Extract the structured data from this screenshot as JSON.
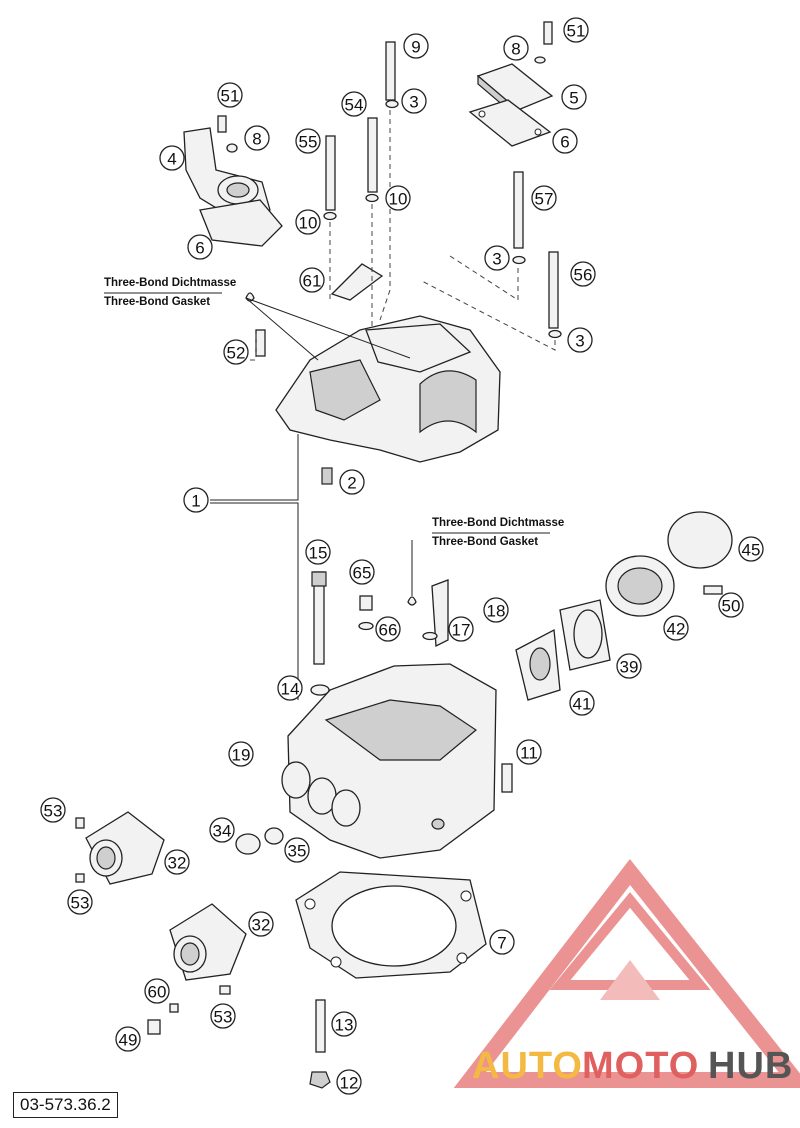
{
  "reference_code": "03-573.36.2",
  "notes": {
    "upper_line1": "Three-Bond Dichtmasse",
    "upper_line2": "Three-Bond Gasket",
    "lower_line1": "Three-Bond Dichtmasse",
    "lower_line2": "Three-Bond Gasket"
  },
  "watermark": {
    "part1": "AUTO",
    "part2": "MOTO",
    "part3": "HUB",
    "color_light": "#f4b942",
    "color_red": "#e06060",
    "color_dark": "#555555"
  },
  "callouts": [
    "51",
    "8",
    "5",
    "6",
    "9",
    "3",
    "54",
    "55",
    "10",
    "10",
    "51",
    "8",
    "4",
    "6",
    "57",
    "3",
    "61",
    "56",
    "3",
    "52",
    "2",
    "1",
    "15",
    "65",
    "18",
    "17",
    "66",
    "14",
    "45",
    "50",
    "42",
    "39",
    "41",
    "19",
    "11",
    "53",
    "34",
    "35",
    "32",
    "53",
    "7",
    "32",
    "60",
    "53",
    "49",
    "13",
    "12"
  ]
}
